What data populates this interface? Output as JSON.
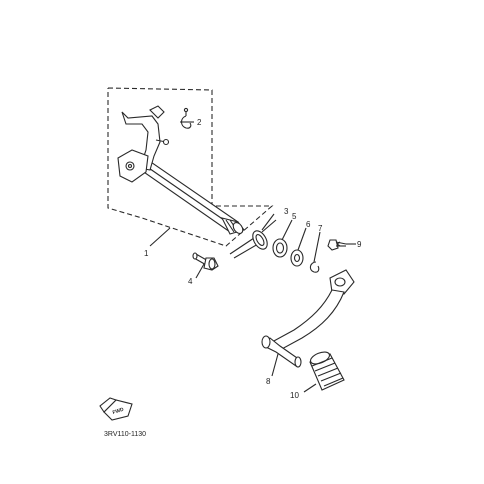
{
  "diagram": {
    "callouts": [
      {
        "id": "c1",
        "text": "1"
      },
      {
        "id": "c2",
        "text": "2"
      },
      {
        "id": "c3",
        "text": "3"
      },
      {
        "id": "c4",
        "text": "4"
      },
      {
        "id": "c5",
        "text": "5"
      },
      {
        "id": "c6",
        "text": "6"
      },
      {
        "id": "c7",
        "text": "7"
      },
      {
        "id": "c8",
        "text": "8"
      },
      {
        "id": "c9",
        "text": "9"
      },
      {
        "id": "c10",
        "text": "10"
      }
    ],
    "fwd_label": "FWD",
    "reference_code": "3RV110-1130",
    "colors": {
      "line": "#2a2a2a",
      "background": "#ffffff"
    }
  }
}
